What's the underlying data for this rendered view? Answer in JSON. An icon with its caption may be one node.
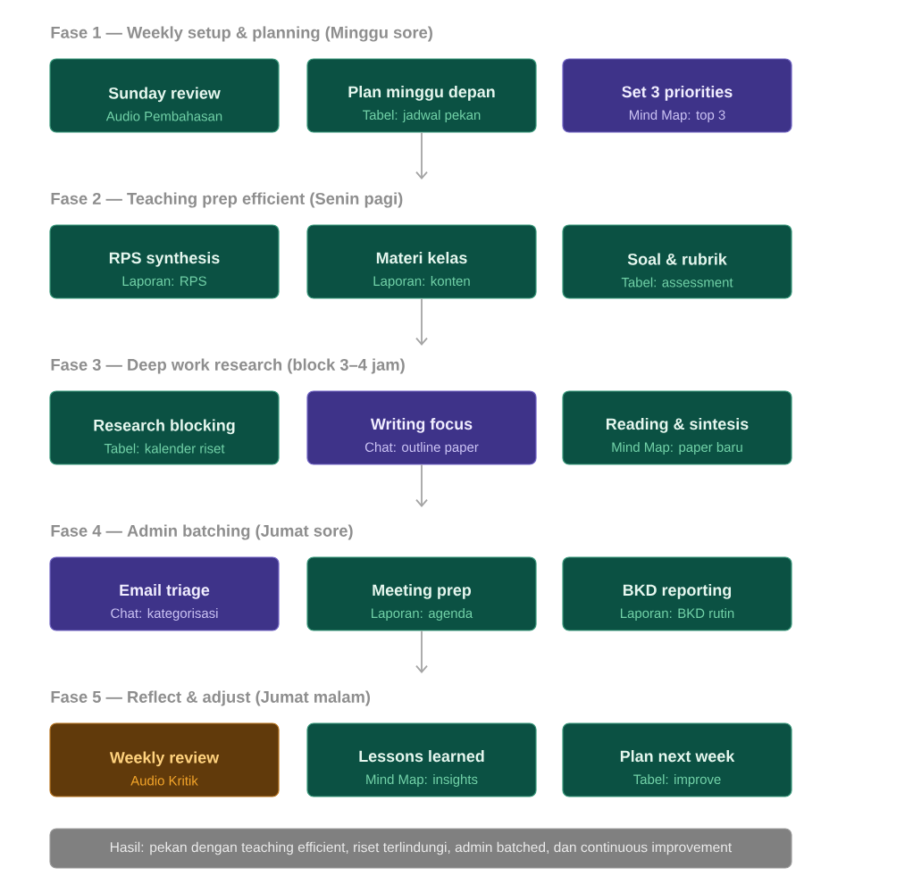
{
  "diagram": {
    "nodes": [
      {
        "text": [
          "Fase 1 — Weekly setup & planning (Minggu sore)"
        ]
      },
      {
        "text": [
          "Sunday review",
          "Audio Pembahasan"
        ]
      },
      {
        "text": [
          "Plan minggu depan",
          "Tabel: jadwal pekan"
        ]
      },
      {
        "text": [
          "Set 3 priorities",
          "Mind Map: top 3"
        ]
      },
      {
        "text": [
          "Fase 2 — Teaching prep efficient (Senin pagi)"
        ]
      },
      {
        "text": [
          "RPS synthesis",
          "Laporan: RPS"
        ]
      },
      {
        "text": [
          "Materi kelas",
          "Laporan: konten"
        ]
      },
      {
        "text": [
          "Soal & rubrik",
          "Tabel: assessment"
        ]
      },
      {
        "text": [
          "Fase 3 — Deep work research (block 3–4 jam)"
        ]
      },
      {
        "text": [
          "Research blocking",
          "Tabel: kalender riset"
        ]
      },
      {
        "text": [
          "Writing focus",
          "Chat: outline paper"
        ]
      },
      {
        "text": [
          "Reading & sintesis",
          "Mind Map: paper baru"
        ]
      },
      {
        "text": [
          "Fase 4 — Admin batching (Jumat sore)"
        ]
      },
      {
        "text": [
          "Email triage",
          "Chat: kategorisasi"
        ]
      },
      {
        "text": [
          "Meeting prep",
          "Laporan: agenda"
        ]
      },
      {
        "text": [
          "BKD reporting",
          "Laporan: BKD rutin"
        ]
      },
      {
        "text": [
          "Fase 5 — Reflect & adjust (Jumat malam)"
        ]
      },
      {
        "text": [
          "Weekly review",
          "Audio Kritik"
        ]
      },
      {
        "text": [
          "Lessons learned",
          "Mind Map: insights"
        ]
      },
      {
        "text": [
          "Plan next week",
          "Tabel: improve"
        ]
      },
      {
        "text": [
          "Hasil: pekan dengan teaching efficient, riset terlindungi, admin batched, dan continuous improvement"
        ]
      }
    ],
    "edges": [
      {
        "from": 2,
        "to": 4,
        "arrow": "to"
      },
      {
        "from": 6,
        "to": 8,
        "arrow": "to"
      },
      {
        "from": 10,
        "to": null,
        "arrow": "to"
      },
      {
        "from": 14,
        "to": null,
        "arrow": "to"
      }
    ]
  }
}
